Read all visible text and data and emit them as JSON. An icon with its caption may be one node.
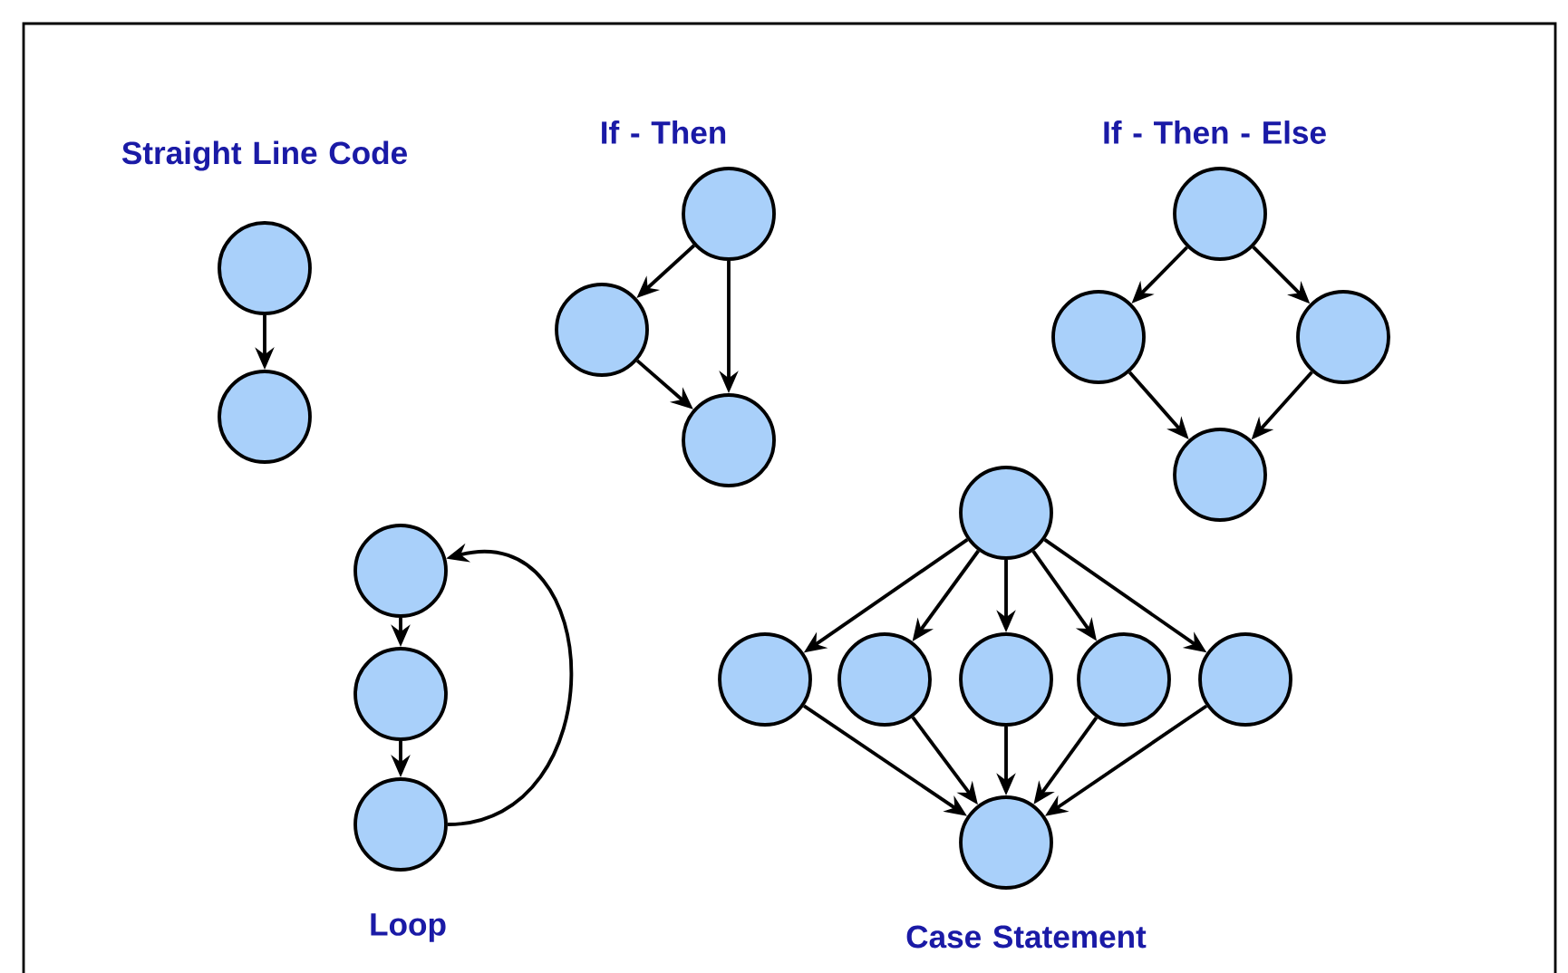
{
  "diagram": {
    "nodes": [
      {
        "text": [],
        "shape": "circle"
      },
      {
        "text": [],
        "shape": "circle"
      },
      {
        "text": [],
        "shape": "circle"
      },
      {
        "text": [],
        "shape": "circle"
      },
      {
        "text": [],
        "shape": "circle"
      },
      {
        "text": [],
        "shape": "circle"
      },
      {
        "text": [],
        "shape": "circle"
      },
      {
        "text": [],
        "shape": "circle"
      },
      {
        "text": [],
        "shape": "circle"
      },
      {
        "text": [],
        "shape": "circle"
      },
      {
        "text": [],
        "shape": "circle"
      },
      {
        "text": [],
        "shape": "circle"
      },
      {
        "text": [],
        "shape": "circle"
      },
      {
        "text": [],
        "shape": "circle"
      },
      {
        "text": [],
        "shape": "circle"
      },
      {
        "text": [],
        "shape": "circle"
      },
      {
        "text": [],
        "shape": "circle"
      },
      {
        "text": [],
        "shape": "circle"
      },
      {
        "text": [],
        "shape": "circle"
      }
    ],
    "edges": [
      {
        "from": 0,
        "to": 1,
        "arrow": "to"
      },
      {
        "from": 2,
        "to": 3,
        "arrow": "to"
      },
      {
        "from": 2,
        "to": 4,
        "arrow": "to"
      },
      {
        "from": 3,
        "to": 4,
        "arrow": "to"
      },
      {
        "from": 5,
        "to": 6,
        "arrow": "to"
      },
      {
        "from": 5,
        "to": 7,
        "arrow": "to"
      },
      {
        "from": 6,
        "to": 8,
        "arrow": "to"
      },
      {
        "from": 7,
        "to": 8,
        "arrow": "to"
      },
      {
        "from": 9,
        "to": 10,
        "arrow": "to"
      },
      {
        "from": 10,
        "to": 11,
        "arrow": "to"
      },
      {
        "from": 11,
        "to": 9,
        "arrow": "to"
      },
      {
        "from": 12,
        "to": 13,
        "arrow": "to"
      },
      {
        "from": 12,
        "to": 14,
        "arrow": "to"
      },
      {
        "from": 12,
        "to": 15,
        "arrow": "to"
      },
      {
        "from": 12,
        "to": 16,
        "arrow": "to"
      },
      {
        "from": 12,
        "to": 17,
        "arrow": "to"
      },
      {
        "from": 13,
        "to": 18,
        "arrow": "to"
      },
      {
        "from": 14,
        "to": 18,
        "arrow": "to"
      },
      {
        "from": 15,
        "to": 18,
        "arrow": "to"
      },
      {
        "from": 16,
        "to": 18,
        "arrow": "to"
      },
      {
        "from": 17,
        "to": 18,
        "arrow": "to"
      }
    ],
    "labels": [
      "Straight Line Code",
      "If - Then",
      "If - Then - Else",
      "Loop",
      "Case Statement"
    ]
  }
}
